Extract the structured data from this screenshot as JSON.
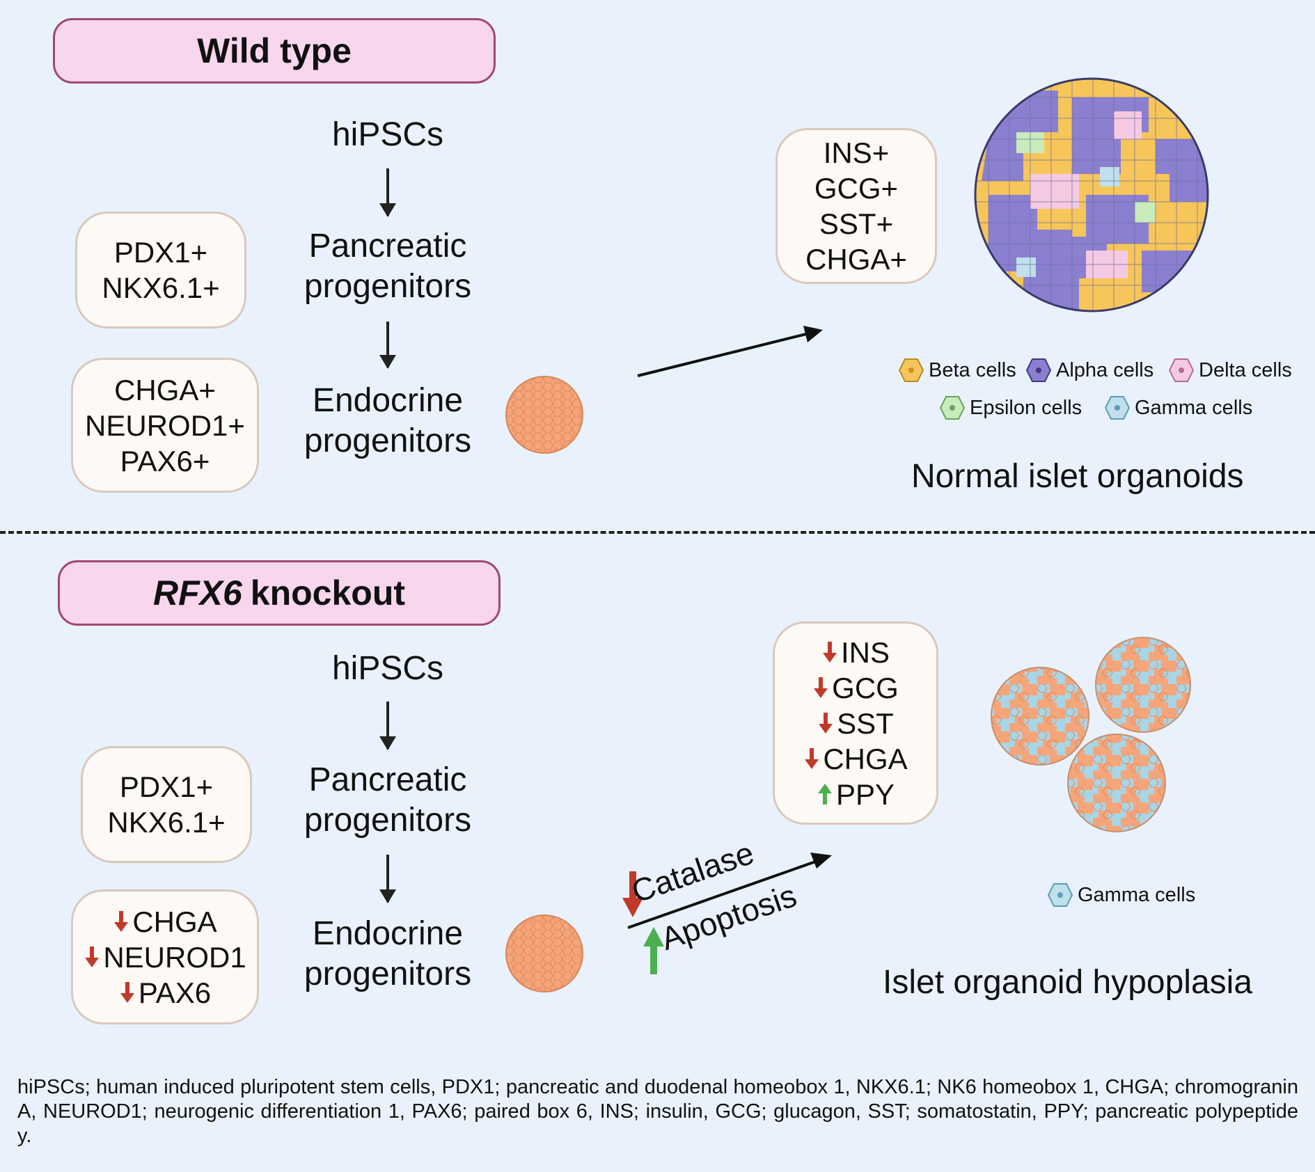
{
  "wild_type": {
    "title": "Wild type",
    "stages": [
      "hiPSCs",
      "Pancreatic progenitors",
      "Endocrine progenitors"
    ],
    "pancreatic_markers": [
      "PDX1+",
      "NKX6.1+"
    ],
    "endocrine_markers": [
      "CHGA+",
      "NEUROD1+",
      "PAX6+"
    ],
    "islet_markers": [
      "INS+",
      "GCG+",
      "SST+",
      "CHGA+"
    ],
    "legend": [
      {
        "label": "Beta cells",
        "color": "#f7c65a"
      },
      {
        "label": "Alpha cells",
        "color": "#8b7fd0"
      },
      {
        "label": "Delta cells",
        "color": "#f6c9e3"
      },
      {
        "label": "Epsilon cells",
        "color": "#c9ebb9"
      },
      {
        "label": "Gamma cells",
        "color": "#bfe0ec"
      }
    ],
    "outcome": "Normal islet organoids"
  },
  "knockout": {
    "title_gene": "RFX6",
    "title_rest": "knockout",
    "stages": [
      "hiPSCs",
      "Pancreatic progenitors",
      "Endocrine progenitors"
    ],
    "pancreatic_markers": [
      "PDX1+",
      "NKX6.1+"
    ],
    "endocrine_markers": [
      {
        "label": "CHGA",
        "direction": "down"
      },
      {
        "label": "NEUROD1",
        "direction": "down"
      },
      {
        "label": "PAX6",
        "direction": "down"
      }
    ],
    "islet_markers": [
      {
        "label": "INS",
        "direction": "down"
      },
      {
        "label": "GCG",
        "direction": "down"
      },
      {
        "label": "SST",
        "direction": "down"
      },
      {
        "label": "CHGA",
        "direction": "down"
      },
      {
        "label": "PPY",
        "direction": "up"
      }
    ],
    "arrow_top": {
      "label": "Catalase",
      "direction": "down"
    },
    "arrow_bottom": {
      "label": "Apoptosis",
      "direction": "up"
    },
    "legend": [
      {
        "label": "Gamma cells",
        "color": "#bfe0ec"
      }
    ],
    "outcome": "Islet organoid hypoplasia"
  },
  "colors": {
    "background": "#eaf2fc",
    "title_fill": "#f7d6ee",
    "title_border": "#a1476f",
    "box_border": "#d9c8bd",
    "down_arrow": "#c0392b",
    "up_arrow": "#4caf50",
    "progenitor_sphere": "#f4a57a"
  },
  "footnote": "hiPSCs; human induced pluripotent stem cells, PDX1; pancreatic and duodenal homeobox 1, NKX6.1; NK6 homeobox 1, CHGA; chromogranin A, NEUROD1; neurogenic differentiation 1, PAX6; paired box 6, INS; insulin, GCG; glucagon, SST; somatostatin, PPY; pancreatic polypeptide y."
}
